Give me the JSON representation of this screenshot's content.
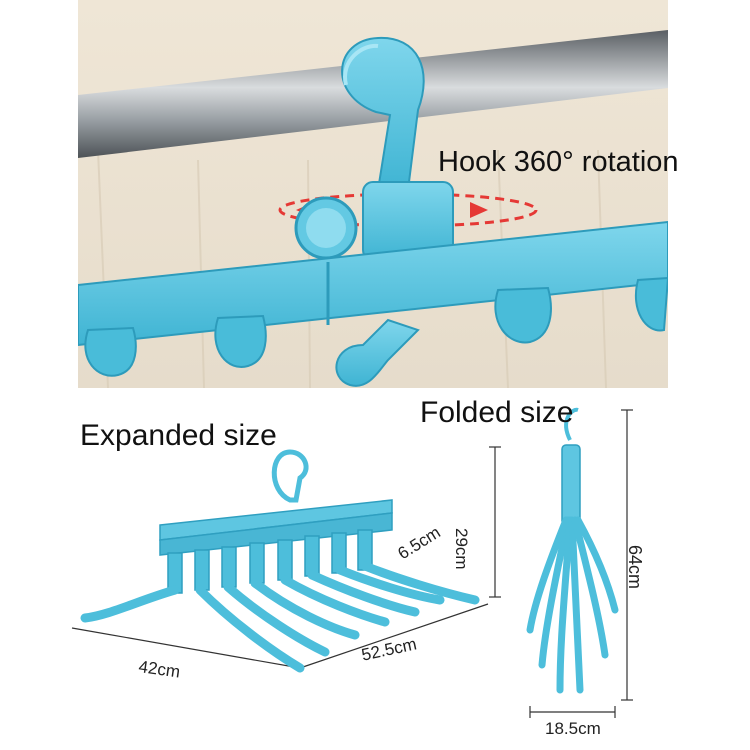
{
  "hook_caption": "Hook 360° rotation",
  "expanded": {
    "title": "Expanded size",
    "height": "29cm",
    "depth": "6.5cm",
    "width": "42cm",
    "length": "52.5cm"
  },
  "folded": {
    "title": "Folded size",
    "height": "64cm",
    "width": "18.5cm"
  },
  "colors": {
    "hanger_blue": "#4fc3de",
    "rotation_arrow": "#e53935",
    "rail_steel": "#8a8f94"
  }
}
